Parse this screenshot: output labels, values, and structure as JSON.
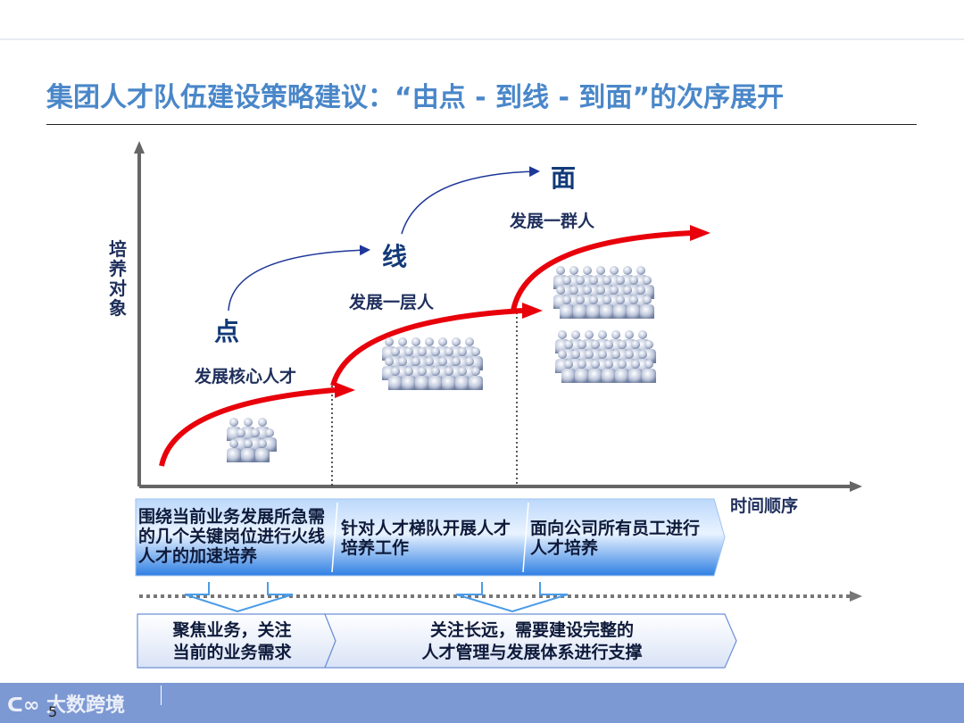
{
  "title": "集团人才队伍建设策略建议：“由点 - 到线 - 到面”的次序展开",
  "axes": {
    "y_label": "培养对象",
    "x_label": "时间顺序"
  },
  "stages": [
    {
      "big": "点",
      "caption": "发展核心人才"
    },
    {
      "big": "线",
      "caption": "发展一层人"
    },
    {
      "big": "面",
      "caption": "发展一群人"
    }
  ],
  "band": [
    {
      "text": "围绕当前业务发展所急需的几个关键岗位进行火线人才的加速培养"
    },
    {
      "text": "针对人才梯队开展人才培养工作"
    },
    {
      "text": "面向公司所有员工进行人才培养"
    }
  ],
  "bottom": [
    {
      "line1": "聚焦业务，关注",
      "line2": "当前的业务需求"
    },
    {
      "line1": "关注长远，需要建设完整的",
      "line2": "人才管理与发展体系进行支撑"
    }
  ],
  "footer": {
    "logo": "大数跨境",
    "page": "5"
  },
  "colors": {
    "title": "#4a87c9",
    "arrow_red": "#e8000b",
    "connector_blue": "#1e3799",
    "band_blue": "#2f7fe3",
    "footer": "#7d99d3"
  }
}
